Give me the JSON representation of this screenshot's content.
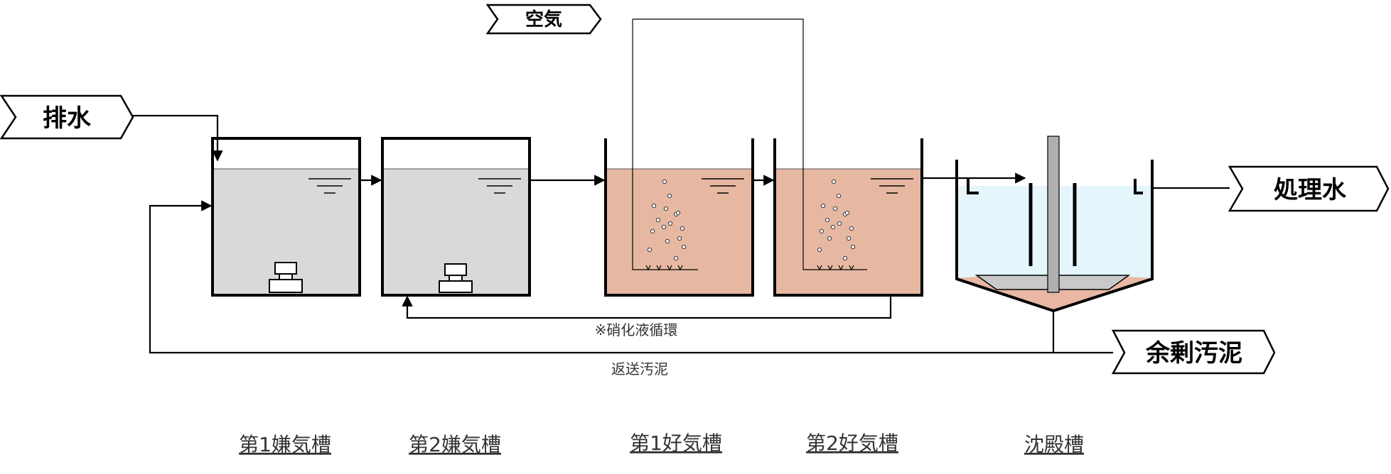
{
  "inputs": {
    "drain": "排水",
    "air": "空気"
  },
  "outputs": {
    "treated": "処理水",
    "excess": "余剰汚泥"
  },
  "flows": {
    "nitrate_recycle": "※硝化液循環",
    "return_sludge": "返送汚泥"
  },
  "tanks": [
    {
      "caption": "第1嫌気槽"
    },
    {
      "caption": "第2嫌気槽"
    },
    {
      "caption": "第1好気槽"
    },
    {
      "caption": "第2好気槽"
    },
    {
      "caption": "沈殿槽"
    }
  ],
  "colors": {
    "anaerobic_fill": "#d9d9d9",
    "aerobic_fill": "#e6b8a2",
    "clarifier_fill": "#e4f6fc",
    "sludge_fill": "#e8b8a5",
    "pipe": "#000000"
  }
}
